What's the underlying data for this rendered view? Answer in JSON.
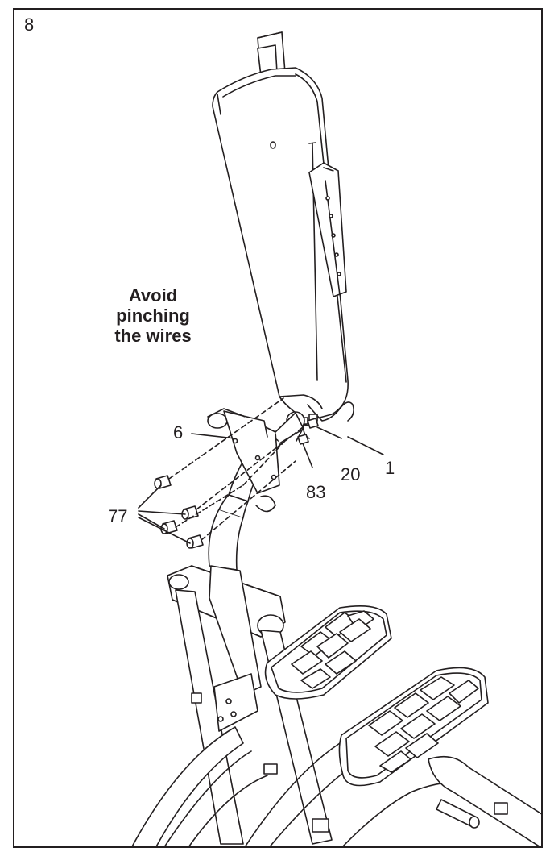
{
  "step_number": "8",
  "note": {
    "line1": "Avoid",
    "line2": "pinching",
    "line3": "the wires"
  },
  "callouts": {
    "part_6": "6",
    "part_1": "1",
    "part_20": "20",
    "part_83": "83",
    "part_77": "77"
  }
}
